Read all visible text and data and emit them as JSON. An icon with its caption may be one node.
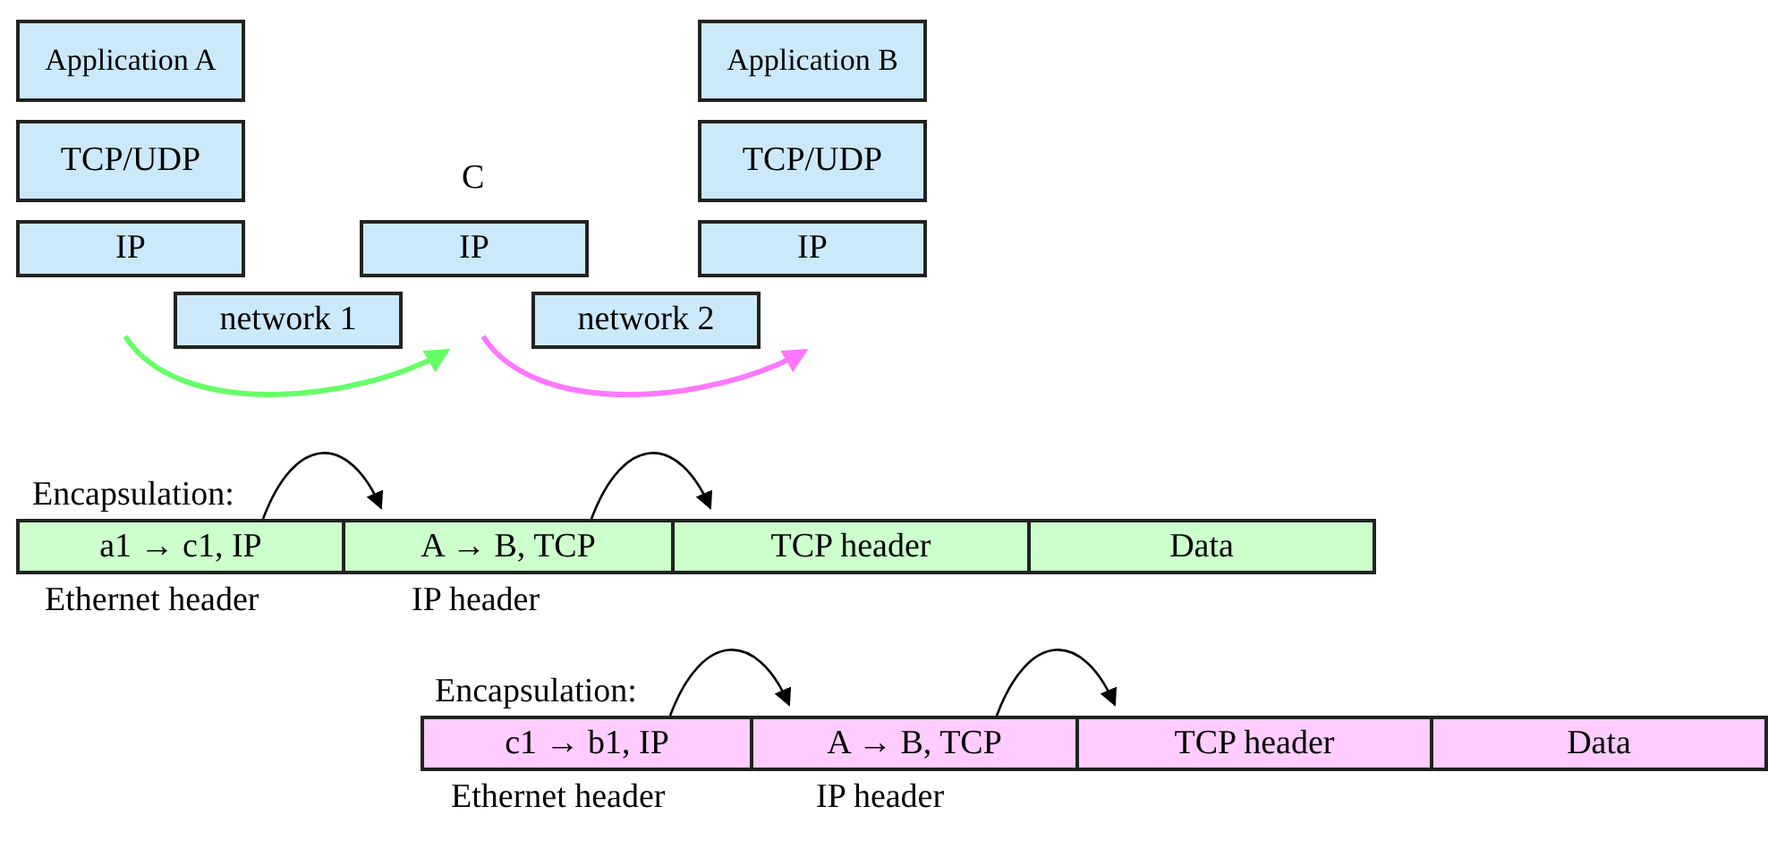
{
  "diagram": {
    "nodes": [
      {
        "text": [
          "Application A"
        ]
      },
      {
        "text": [
          "TCP/UDP"
        ]
      },
      {
        "text": [
          "IP"
        ]
      },
      {
        "text": [
          "IP"
        ],
        "beside": [
          "C"
        ]
      },
      {
        "text": [
          "Application B"
        ]
      },
      {
        "text": [
          "TCP/UDP"
        ]
      },
      {
        "text": [
          "IP"
        ]
      },
      {
        "text": [
          "network 1"
        ]
      },
      {
        "text": [
          "network 2"
        ]
      },
      {
        "text": [
          "a1 → c1, IP"
        ],
        "beside": [
          "Ethernet header"
        ]
      },
      {
        "text": [
          "A → B, TCP"
        ],
        "beside": [
          "IP header"
        ]
      },
      {
        "text": [
          "TCP header"
        ]
      },
      {
        "text": [
          "Data"
        ]
      },
      {
        "text": [
          "c1 → b1, IP"
        ],
        "beside": [
          "Ethernet header"
        ]
      },
      {
        "text": [
          "A → B, TCP"
        ],
        "beside": [
          "IP header"
        ]
      },
      {
        "text": [
          "TCP header"
        ]
      },
      {
        "text": [
          "Data"
        ]
      }
    ],
    "edges": [
      {
        "from": 9,
        "to": 10,
        "arrow": "to"
      },
      {
        "from": 10,
        "to": 11,
        "arrow": "to"
      },
      {
        "from": 13,
        "to": 14,
        "arrow": "to"
      },
      {
        "from": 14,
        "to": 15,
        "arrow": "to"
      }
    ],
    "labels": [
      "Encapsulation:",
      "Encapsulation:"
    ]
  }
}
